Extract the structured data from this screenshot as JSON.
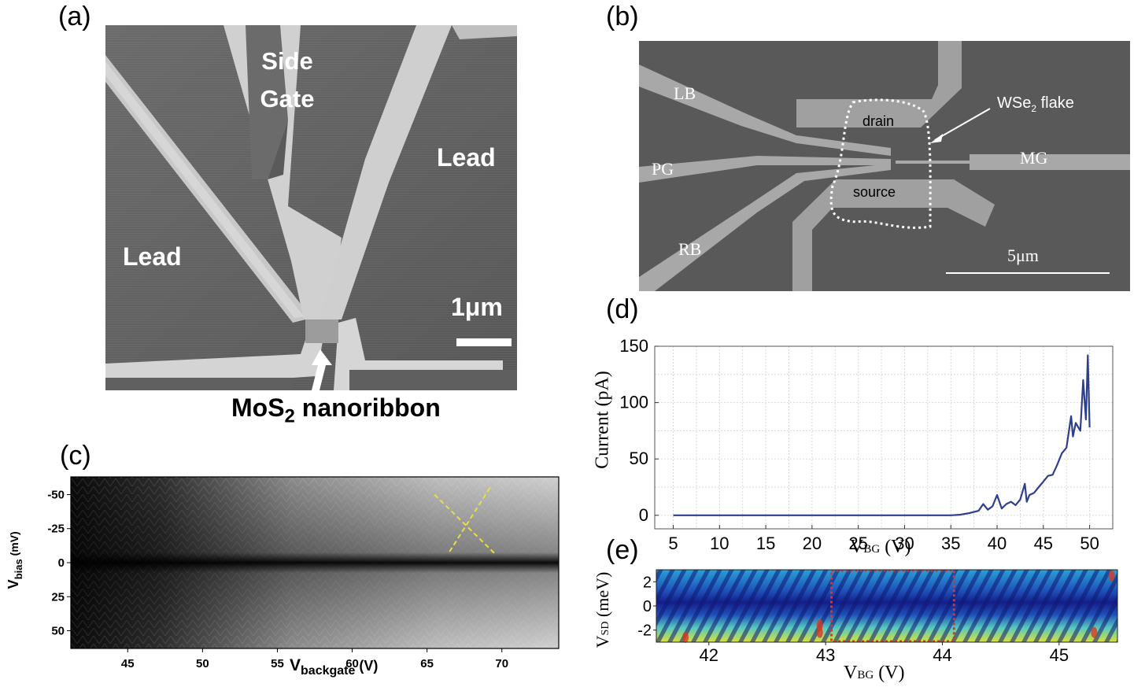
{
  "panels": {
    "a": {
      "label": "(a)",
      "side_gate_line1": "Side",
      "side_gate_line2": "Gate",
      "lead_right": "Lead",
      "lead_left": "Lead",
      "scale_bar": "1μm",
      "caption_prefix": "MoS",
      "caption_sub": "2",
      "caption_suffix": " nanoribbon"
    },
    "b": {
      "label": "(b)",
      "lb": "LB",
      "pg": "PG",
      "rb": "RB",
      "mg": "MG",
      "drain": "drain",
      "source": "source",
      "flake_prefix": "WSe",
      "flake_sub": "2",
      "flake_suffix": " flake",
      "scale_bar": "5μm"
    },
    "c": {
      "label": "(c)"
    },
    "d": {
      "label": "(d)"
    },
    "e": {
      "label": "(e)"
    }
  },
  "chart_data": [
    {
      "panel": "c",
      "type": "heatmap",
      "xlabel_main": "V",
      "xlabel_sub": "backgate",
      "xlabel_unit": " (V)",
      "ylabel_main": "V",
      "ylabel_sub": "bias",
      "ylabel_unit": " (mV)",
      "x_ticks": [
        "45",
        "50",
        "55",
        "60",
        "65",
        "70"
      ],
      "x_tick_values": [
        45,
        50,
        55,
        60,
        65,
        70
      ],
      "xlim": [
        41.2,
        73.8
      ],
      "y_ticks": [
        "-50",
        "-25",
        "0",
        "25",
        "50"
      ],
      "y_tick_values": [
        -50,
        -25,
        0,
        25,
        50
      ],
      "ylim": [
        -63,
        63
      ],
      "colormap": "grayscale",
      "annotation": "yellow dashed crossing lines near Vbackgate 68 V"
    },
    {
      "panel": "d",
      "type": "line",
      "xlabel_main": "V",
      "xlabel_sub": "BG",
      "xlabel_unit": " (V)",
      "ylabel": "Current (pA)",
      "x_ticks": [
        "5",
        "10",
        "15",
        "20",
        "25",
        "30",
        "35",
        "40",
        "45",
        "50"
      ],
      "x_tick_values": [
        5,
        10,
        15,
        20,
        25,
        30,
        35,
        40,
        45,
        50
      ],
      "xlim": [
        3,
        52.5
      ],
      "y_ticks": [
        "0",
        "50",
        "100",
        "150"
      ],
      "y_tick_values": [
        0,
        50,
        100,
        150
      ],
      "ylim": [
        -12,
        150
      ],
      "grid": true,
      "color": "#2e3f8f",
      "series": [
        {
          "x": [
            5,
            10,
            20,
            30,
            35,
            36,
            37,
            38,
            38.5,
            39,
            39.5,
            40,
            40.5,
            41,
            41.5,
            42,
            42.5,
            43,
            43.2,
            43.5,
            44,
            44.5,
            45,
            45.5,
            46,
            46.5,
            47,
            47.5,
            48,
            48.2,
            48.5,
            49,
            49.3,
            49.6,
            49.8,
            50
          ],
          "y": [
            0,
            0,
            0,
            0,
            0,
            0.5,
            2,
            4,
            10,
            5,
            8,
            18,
            6,
            10,
            12,
            9,
            14,
            28,
            12,
            18,
            20,
            25,
            30,
            35,
            36,
            45,
            55,
            60,
            88,
            70,
            82,
            75,
            120,
            85,
            142,
            78
          ]
        }
      ]
    },
    {
      "panel": "e",
      "type": "heatmap",
      "xlabel_main": "V",
      "xlabel_sub": "BG",
      "xlabel_unit": " (V)",
      "ylabel_main": "V",
      "ylabel_sub": "SD",
      "ylabel_unit": " (meV)",
      "x_ticks": [
        "42",
        "43",
        "44",
        "45"
      ],
      "x_tick_values": [
        42,
        43,
        44,
        45
      ],
      "xlim": [
        41.55,
        45.5
      ],
      "y_ticks": [
        "2",
        "0",
        "-2"
      ],
      "y_tick_values": [
        2,
        0,
        -2
      ],
      "ylim": [
        -3,
        3
      ],
      "colormap": "jet",
      "highlight": {
        "x0": 43.05,
        "x1": 44.1,
        "color": "#e03030",
        "style": "dotted"
      }
    }
  ]
}
